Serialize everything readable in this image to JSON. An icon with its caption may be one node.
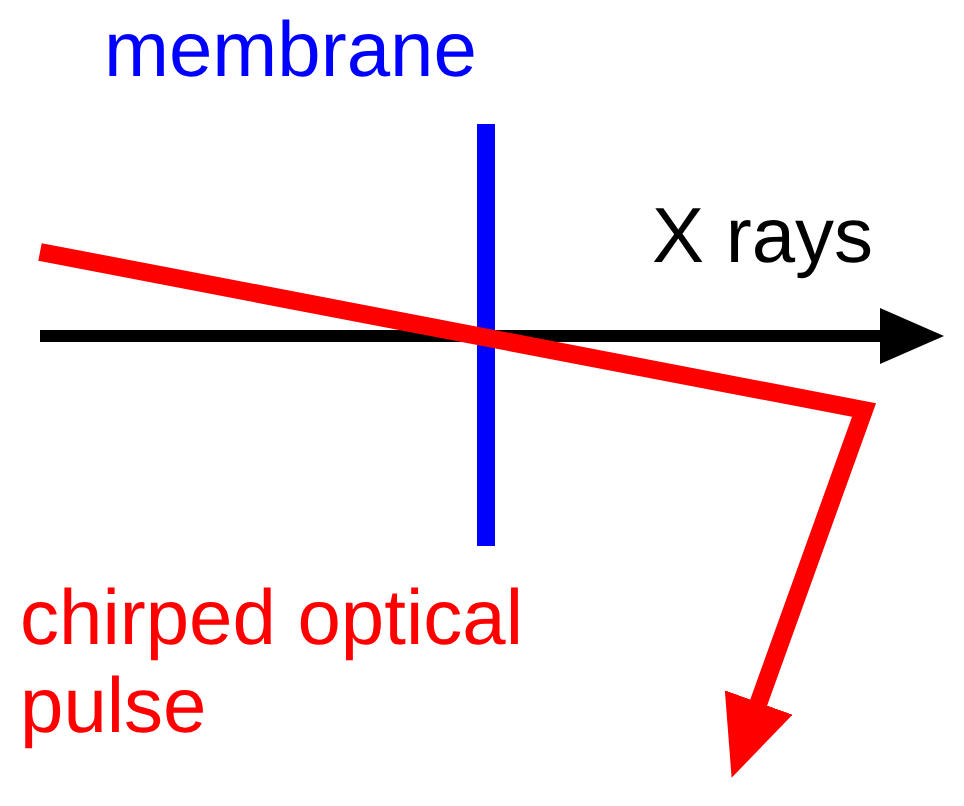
{
  "diagram": {
    "labels": [
      "membrane",
      "X rays",
      "chirped optical pulse"
    ]
  }
}
